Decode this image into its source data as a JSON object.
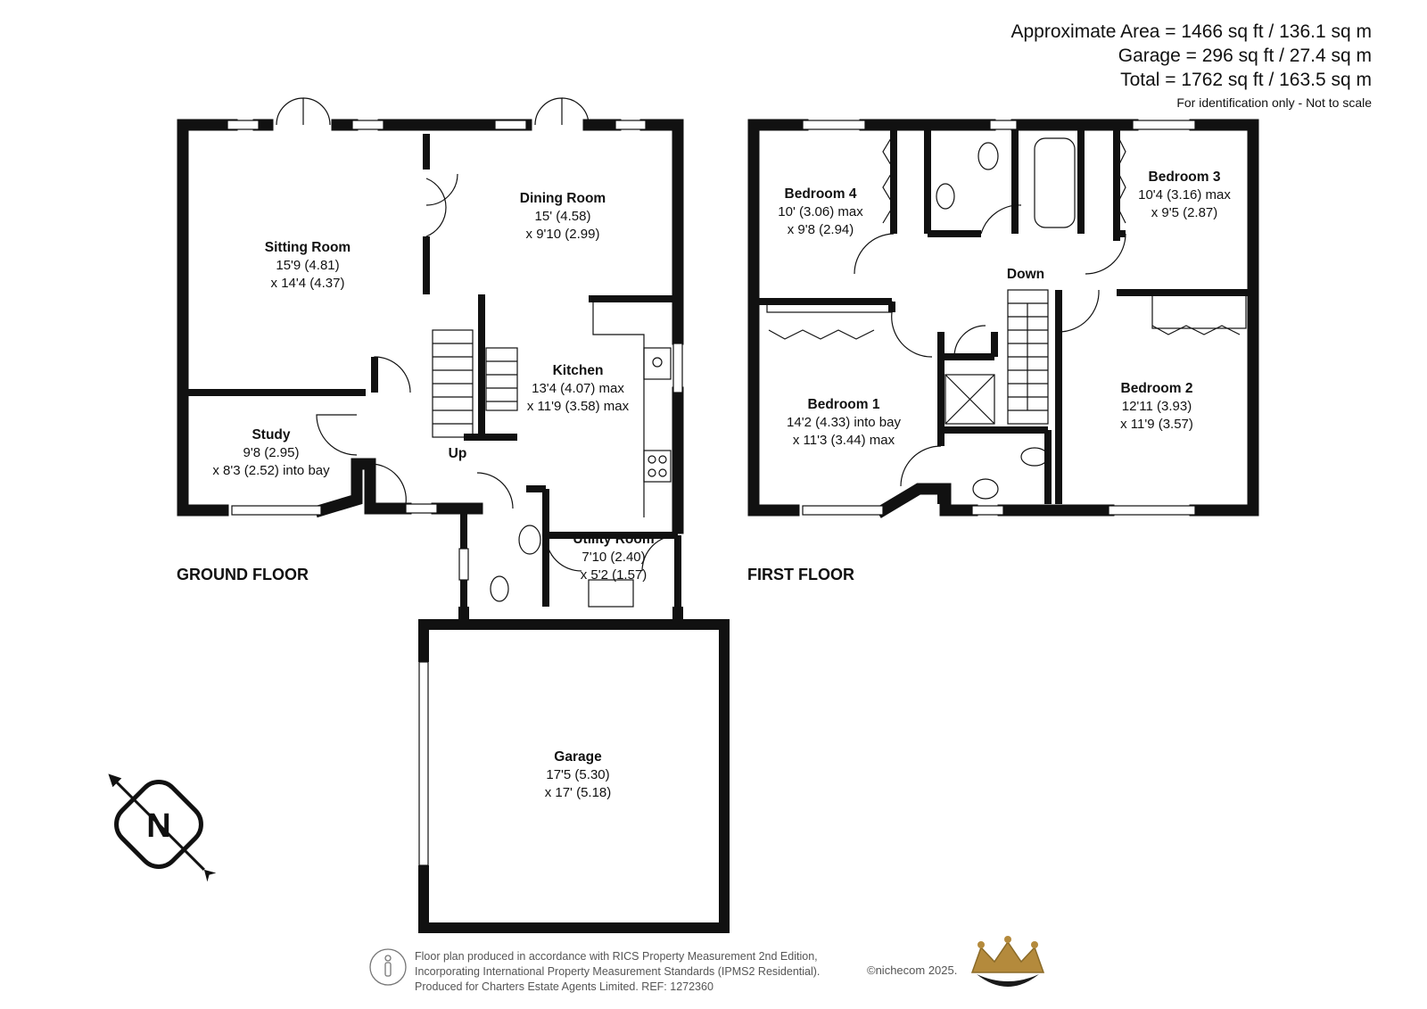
{
  "areas": {
    "line1": "Approximate Area = 1466 sq ft / 136.1 sq m",
    "line2": "Garage = 296 sq ft / 27.4 sq m",
    "line3": "Total = 1762 sq ft / 163.5 sq m",
    "note": "For identification only - Not to scale"
  },
  "floors": {
    "ground": "GROUND FLOOR",
    "first": "FIRST FLOOR"
  },
  "rooms": {
    "sitting": {
      "name": "Sitting Room",
      "d1": "15'9 (4.81)",
      "d2": "x 14'4 (4.37)"
    },
    "dining": {
      "name": "Dining Room",
      "d1": "15' (4.58)",
      "d2": "x 9'10 (2.99)"
    },
    "kitchen": {
      "name": "Kitchen",
      "d1": "13'4 (4.07) max",
      "d2": "x 11'9 (3.58) max"
    },
    "study": {
      "name": "Study",
      "d1": "9'8 (2.95)",
      "d2": "x 8'3 (2.52) into bay"
    },
    "utility": {
      "name": "Utility Room",
      "d1": "7'10 (2.40)",
      "d2": "x 5'2 (1.57)"
    },
    "garage": {
      "name": "Garage",
      "d1": "17'5 (5.30)",
      "d2": "x 17' (5.18)"
    },
    "bed4": {
      "name": "Bedroom 4",
      "d1": "10' (3.06) max",
      "d2": "x 9'8 (2.94)"
    },
    "bed3": {
      "name": "Bedroom 3",
      "d1": "10'4 (3.16) max",
      "d2": "x 9'5 (2.87)"
    },
    "bed1": {
      "name": "Bedroom 1",
      "d1": "14'2 (4.33) into bay",
      "d2": "x 11'3 (3.44) max"
    },
    "bed2": {
      "name": "Bedroom 2",
      "d1": "12'11 (3.93)",
      "d2": "x 11'9 (3.57)"
    }
  },
  "stairs": {
    "up": "Up",
    "down": "Down"
  },
  "compass": {
    "letter": "N"
  },
  "footer": {
    "line1": "Floor plan produced in accordance with RICS Property Measurement 2nd Edition,",
    "line2": "Incorporating International Property Measurement Standards (IPMS2 Residential).",
    "line3": "Produced for Charters Estate Agents Limited.   REF: 1272360",
    "copyright": "©nichecom 2025."
  },
  "colors": {
    "wall": "#111111",
    "crown": "#b48a3c",
    "crown_dark": "#1a1a1a"
  }
}
